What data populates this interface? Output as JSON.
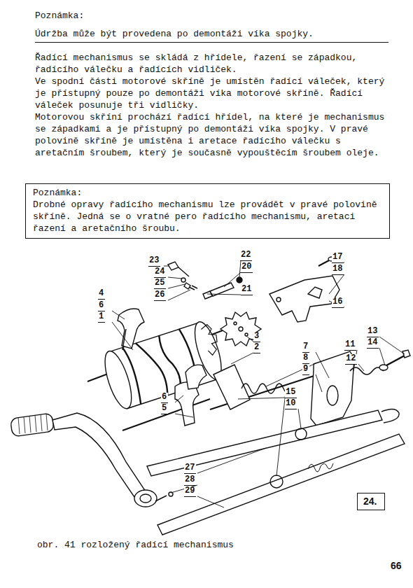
{
  "diagram": {
    "caption": "obr. 41 rozložený řadící mechanismus",
    "nodes": [
      {
        "text": [
          "Poznámka:",
          "Drobné opravy řadícího mechanismu lze provádět v pravé polovině skříně. Jedná se o vratné pero řadícího mechanismu, aretaci řazení a aretačního šroubu."
        ]
      },
      {
        "text": [
          "24."
        ]
      }
    ],
    "labels": [
      "Poznámka:",
      "Údržba může být provedena po demontáži víka spojky.",
      "Řadící mechanismus se skládá z hřídele, řazení se západkou, řadícího válečku a řadících vidliček.",
      "Ve spodní části motorové skříně je umístěn řadící váleček, který je přístupný pouze po demontáži víka motorové skříně. Řadící váleček posunuje tři vidličky.",
      "Motorovou skříní prochází řadící hřídel, na které je mechanismus se západkami a je přístupný po demontáži víka spojky. V pravé polovině skříně je umístěna i aretace řadícího válečku s aretačním šroubem, který je současně vypouštěcím šroubem oleje.",
      "23",
      "24",
      "25",
      "26",
      "22",
      "20",
      "21",
      "4",
      "6",
      "1",
      "17",
      "18",
      "16",
      "3",
      "2",
      "13",
      "14",
      "11",
      "12",
      "7",
      "8",
      "9",
      "15",
      "10",
      "6",
      "5",
      "27",
      "28",
      "29",
      "66"
    ]
  }
}
